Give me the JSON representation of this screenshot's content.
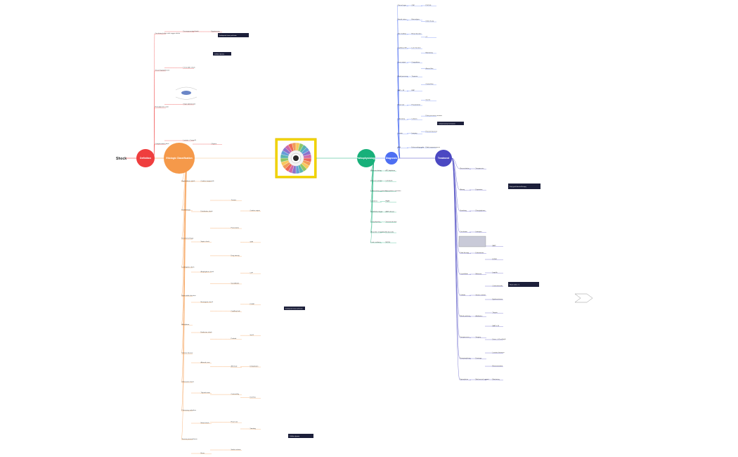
{
  "root": {
    "label": "Shock"
  },
  "center_image": {
    "caption": ""
  },
  "hubs": [
    {
      "id": "h1",
      "label": "Definition",
      "color": "#ef3e3e"
    },
    {
      "id": "h2",
      "label": "Etiologic Classification",
      "color": "#f5994a"
    },
    {
      "id": "h3",
      "label": "Pathophysiology",
      "color": "#18b07a"
    },
    {
      "id": "h4",
      "label": "Diagnosis",
      "color": "#4d6ef2"
    },
    {
      "id": "h5",
      "label": "Treatment",
      "color": "#4b48c2"
    }
  ],
  "notes": [
    {
      "id": "n1",
      "text": "Inadequate tissue perfusion"
    },
    {
      "id": "n2",
      "text": "Cellular dysoxia"
    },
    {
      "id": "n3",
      "text": "Compensatory mechanism"
    },
    {
      "id": "n4",
      "text": "Early goal directed therapy"
    },
    {
      "id": "n5",
      "text": "Shock index > 1"
    }
  ],
  "branch_labels": {
    "h1": [
      "Circulatory failure with oxygen deficit",
      "Tissue hypoperfusion",
      "Hemodynamic state",
      "Compensated shock",
      "Decompensated shock",
      "Irreversible shock",
      "Organ dysfunction",
      "Lactate > 2 mmol/L",
      "Hypotension",
      "Oliguria"
    ],
    "h2": [
      "Hypovolemic shock",
      "Hemorrhagic",
      "Non-hemorrhagic",
      "Cardiogenic shock",
      "Myocardial infarction",
      "Arrhythmia",
      "Valvular disease",
      "Obstructive shock",
      "Pulmonary embolism",
      "Tension pneumothorax",
      "Cardiac tamponade",
      "Distributive shock",
      "Septic shock",
      "Anaphylactic shock",
      "Neurogenic shock",
      "Endocrine shock",
      "Adrenal crisis",
      "Thyroid storm",
      "Mixed shock",
      "Burns",
      "Trauma",
      "Pancreatitis",
      "Drug toxicity",
      "Vasodilation",
      "Capillary leak",
      "Preload",
      "Afterload",
      "Contractility",
      "Heart rate",
      "Stroke volume",
      "Cardiac output",
      "SVR",
      "CVP",
      "PCWP",
      "SvO2",
      "Dehydration",
      "Diarrhea",
      "Vomiting"
    ],
    "h3": [
      "Microcirculation",
      "Macrocirculation",
      "Inflammatory response",
      "Cytokines",
      "Endothelial injury",
      "Coagulopathy",
      "Anaerobic metabolism",
      "Lactic acidosis",
      "ATP depletion",
      "Cell death",
      "Sympathetic activation",
      "RAAS",
      "ADH release",
      "Vasoconstriction",
      "Tachycardia",
      "MODS"
    ],
    "h4": [
      "Clinical signs",
      "Mental status",
      "Skin mottling",
      "Capillary refill",
      "Urine output",
      "Blood pressure",
      "MAP < 65",
      "Heart rate",
      "Laboratory",
      "Lactate",
      "ABG",
      "CBC",
      "Electrolytes",
      "Renal function",
      "Liver function",
      "Coagulation",
      "Troponin",
      "BNP",
      "Procalcitonin",
      "Cultures",
      "Imaging",
      "Echocardiography",
      "POCUS",
      "Chest X-ray",
      "CT",
      "Monitoring",
      "Arterial line",
      "Central line",
      "ScvO2",
      "Pulse pressure variation",
      "Passive leg raise",
      "Fluid responsiveness"
    ],
    "h5": [
      "Resuscitation",
      "Airway",
      "Breathing",
      "Circulation",
      "Fluid therapy",
      "Crystalloids",
      "Colloids",
      "Blood products",
      "Vasopressors",
      "Norepinephrine",
      "Epinephrine",
      "Vasopressin",
      "Dopamine",
      "Phenylephrine",
      "Inotropes",
      "Dobutamine",
      "Milrinone",
      "Source control",
      "Antibiotics",
      "Surgery",
      "Drainage",
      "Mechanical support",
      "IABP",
      "ECMO",
      "Impella",
      "Corticosteroids",
      "Hydrocortisone",
      "Targets",
      "MAP ≥ 65",
      "Urine > 0.5 mL/kg/h",
      "Lactate clearance",
      "Reassessment",
      "Monitoring"
    ]
  }
}
